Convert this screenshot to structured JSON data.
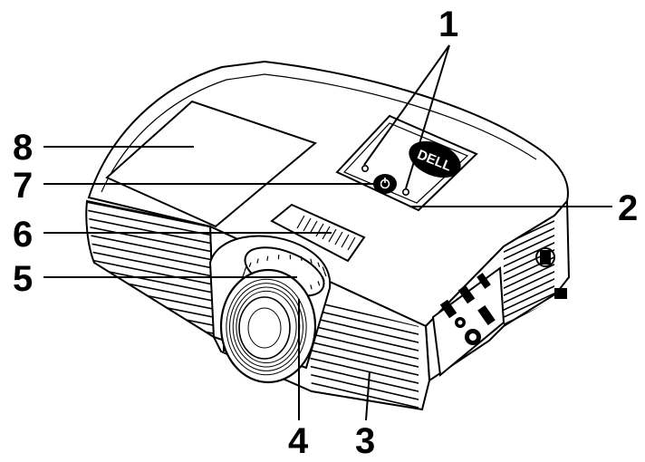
{
  "diagram": {
    "callouts": [
      {
        "id": "1",
        "label": "1"
      },
      {
        "id": "2",
        "label": "2"
      },
      {
        "id": "3",
        "label": "3"
      },
      {
        "id": "4",
        "label": "4"
      },
      {
        "id": "5",
        "label": "5"
      },
      {
        "id": "6",
        "label": "6"
      },
      {
        "id": "7",
        "label": "7"
      },
      {
        "id": "8",
        "label": "8"
      }
    ],
    "brand_logo_text": "DELL",
    "colors": {
      "line": "#000000",
      "background": "#ffffff"
    }
  }
}
